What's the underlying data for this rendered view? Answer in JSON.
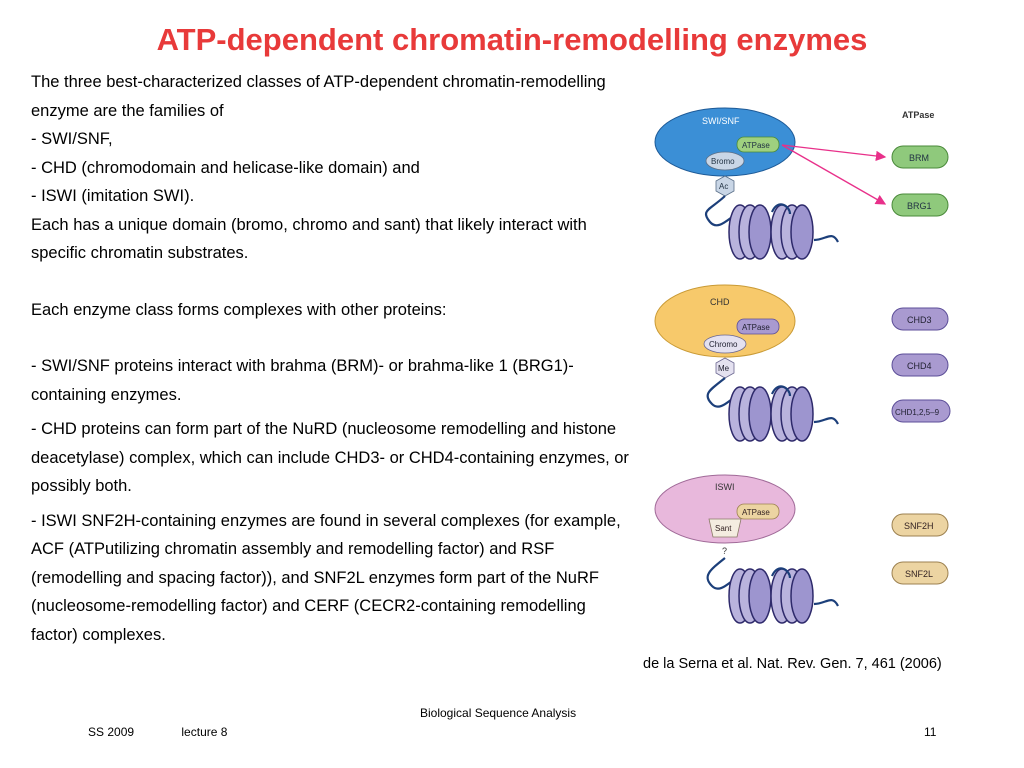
{
  "title": "ATP-dependent chromatin-remodelling enzymes",
  "paragraphs": {
    "p1": "The three best-characterized classes of ATP-dependent chromatin-remodelling enzyme are the families of",
    "p2": "- SWI/SNF,",
    "p3": "- CHD (chromodomain and helicase-like domain) and",
    "p4": "- ISWI (imitation SWI).",
    "p5": "Each has a unique domain (bromo, chromo and sant) that likely interact with specific chromatin substrates.",
    "p6": "Each enzyme class forms complexes with other proteins:",
    "p7": "- SWI/SNF proteins interact with brahma (BRM)- or brahma-like 1 (BRG1)-containing enzymes.",
    "p8": "- CHD proteins can form part of the NuRD (nucleosome remodelling and histone deacetylase) complex, which can include CHD3- or CHD4-containing enzymes, or possibly both.",
    "p9": "- ISWI SNF2H-containing enzymes are found in several complexes (for example, ACF (ATPutilizing chromatin assembly and remodelling factor) and RSF (remodelling and spacing factor)), and SNF2L enzymes form part of the NuRF (nucleosome-remodelling factor) and CERF (CECR2-containing remodelling factor) complexes."
  },
  "figure": {
    "atpase_header": "ATPase",
    "swisnf": {
      "label": "SWI/SNF",
      "atpase": "ATPase",
      "domain": "Bromo",
      "mark": "Ac",
      "color": "#3b8fd6"
    },
    "chd": {
      "label": "CHD",
      "atpase": "ATPase",
      "domain": "Chromo",
      "mark": "Me",
      "color": "#f7c96b"
    },
    "iswi": {
      "label": "ISWI",
      "atpase": "ATPase",
      "domain": "Sant",
      "mark": "?",
      "color": "#e8b8dc"
    },
    "enzymes_swisnf": [
      "BRM",
      "BRG1"
    ],
    "enzymes_chd": [
      "CHD3",
      "CHD4",
      "CHD1,2,5–9"
    ],
    "enzymes_iswi": [
      "SNF2H",
      "SNF2L"
    ],
    "green": "#8fc97c",
    "purple": "#a99ad0",
    "tan": "#ecd4a2",
    "arrow": "#e8308a"
  },
  "caption": "de la Serna et al. Nat. Rev. Gen. 7, 461 (2006)",
  "footer": {
    "course": "Biological Sequence Analysis",
    "term": "SS 2009",
    "lecture": "lecture 8",
    "page": "11"
  }
}
